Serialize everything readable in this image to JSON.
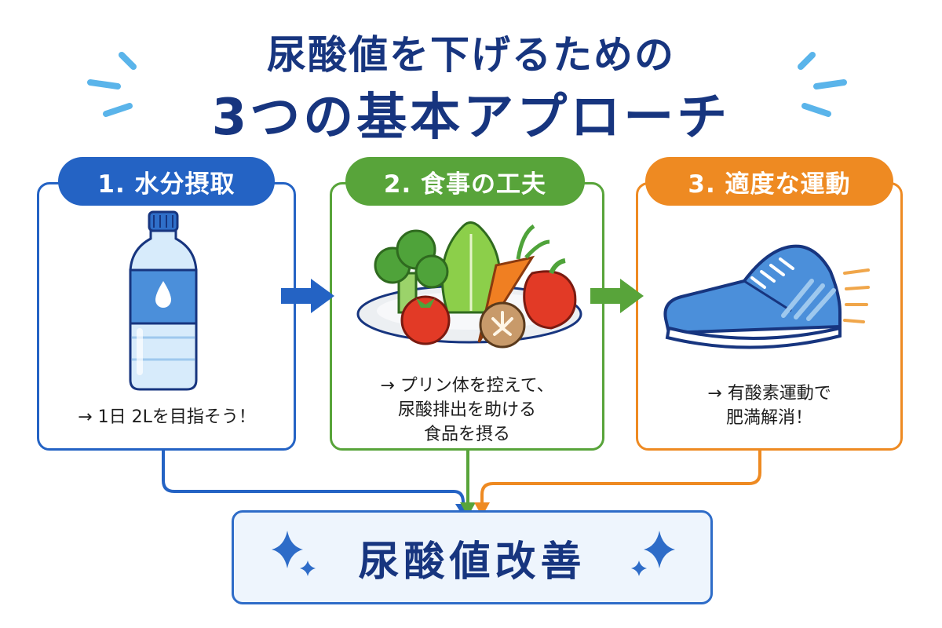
{
  "title": {
    "line1": "尿酸値を下げるための",
    "line2": "3つの基本アプローチ"
  },
  "steps": [
    {
      "label": "1. 水分摂取",
      "description": [
        "→ 1日 2Lを目指そう！"
      ],
      "icon": "water-bottle-icon",
      "color": "#2463c4"
    },
    {
      "label": "2. 食事の工夫",
      "description": [
        "→ プリン体を控えて、",
        "尿酸排出を助ける",
        "食品を摂る"
      ],
      "icon": "vegetable-plate-icon",
      "color": "#58a43a"
    },
    {
      "label": "3. 適度な運動",
      "description": [
        "→ 有酸素運動で",
        "肥満解消！"
      ],
      "icon": "running-shoe-icon",
      "color": "#ee8a22"
    }
  ],
  "result": {
    "label": "尿酸値改善",
    "color": "#2e6cc8"
  },
  "colors": {
    "title": "#17357f",
    "accent_light": "#5ab4ea"
  }
}
